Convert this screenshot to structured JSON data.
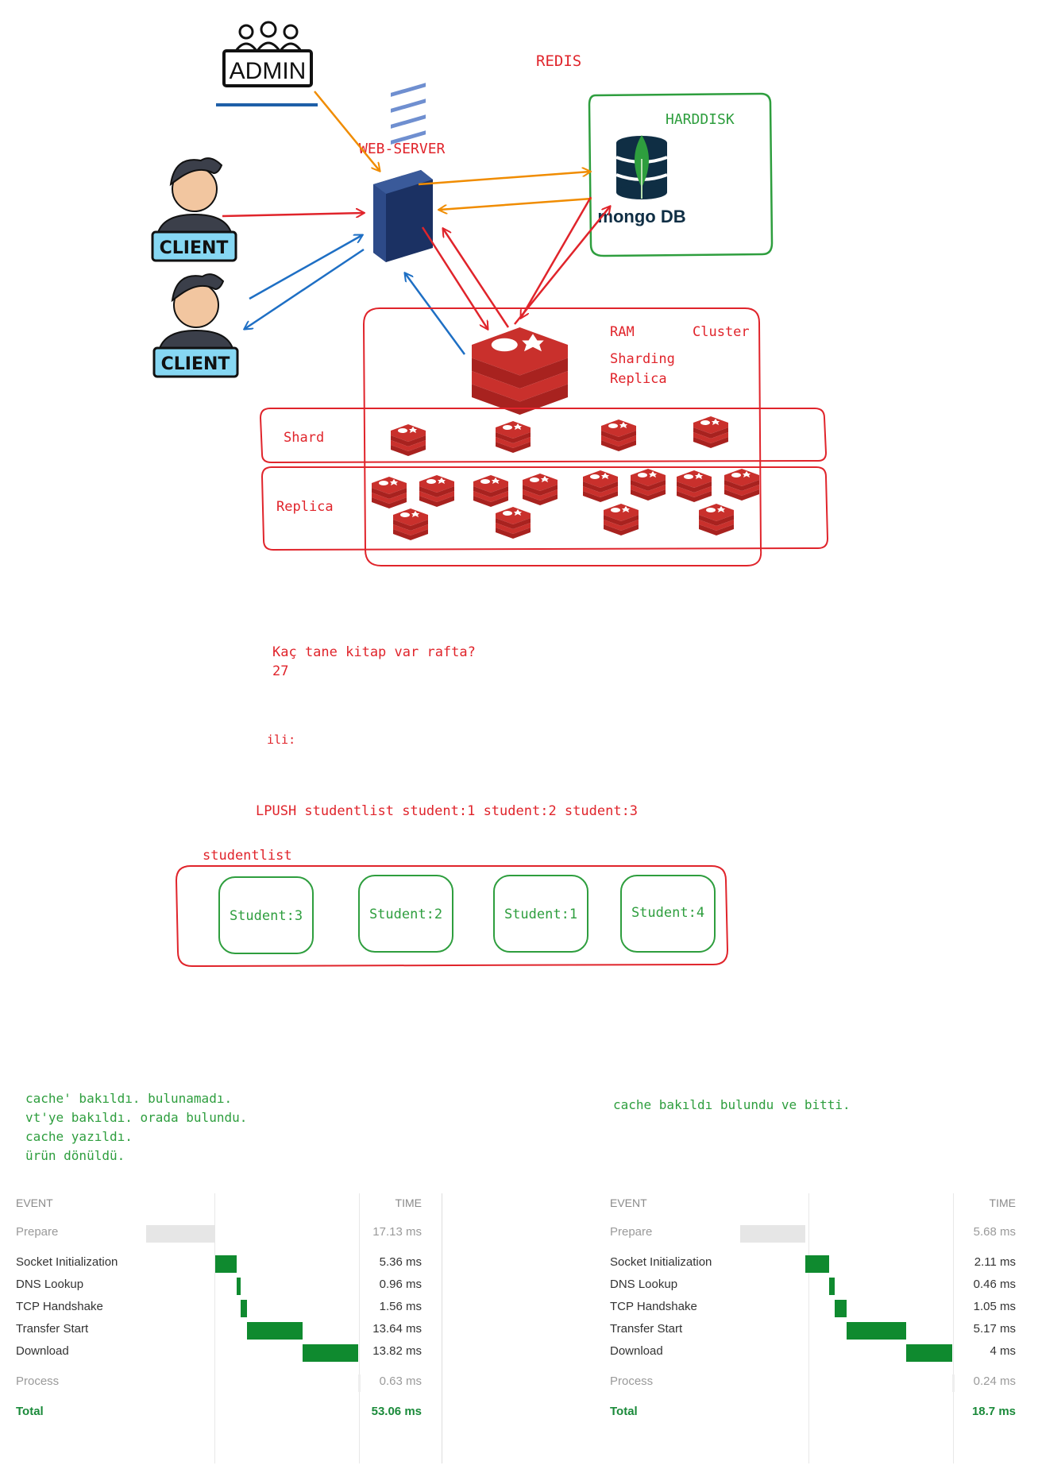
{
  "diagram": {
    "title": "REDIS",
    "admin": {
      "label": "ADMIN"
    },
    "web_server": {
      "label": "WEB-SERVER"
    },
    "clients": [
      {
        "label": "CLIENT"
      },
      {
        "label": "CLIENT"
      }
    ],
    "harddisk": {
      "label": "HARDDISK",
      "db_label": "mongo DB"
    },
    "ram": {
      "label": "RAM",
      "cluster_label": "Cluster",
      "sharding_label": "Sharding",
      "replica_label": "Replica"
    },
    "shard_row": {
      "label": "Shard"
    },
    "replica_row": {
      "label": "Replica"
    },
    "question": {
      "line1": "Kaç tane kitap var rafta?",
      "line2": "27"
    },
    "ili": "ili:",
    "lpush": "LPUSH studentlist student:1 student:2 student:3",
    "studentlist": {
      "label": "studentlist",
      "items": [
        "Student:3",
        "Student:2",
        "Student:1",
        "Student:4"
      ]
    },
    "note_left": [
      "cache' bakıldı. bulunamadı.",
      "vt'ye bakıldı. orada bulundu.",
      "cache yazıldı.",
      "ürün dönüldü."
    ],
    "note_right": "cache bakıldı bulundu ve bitti.",
    "colors": {
      "red": "#e0242b",
      "green": "#2e9e3e",
      "orange": "#f08c00",
      "blue": "#1e6fc4",
      "redis": "#c9302c"
    }
  },
  "timing_left": {
    "header_event": "EVENT",
    "header_time": "TIME",
    "rows": [
      {
        "label": "Prepare",
        "time": "17.13 ms",
        "start": 0.0,
        "duration": 17.13,
        "muted": true
      },
      {
        "label": "Socket Initialization",
        "time": "5.36 ms",
        "start": 17.13,
        "duration": 5.36,
        "muted": false
      },
      {
        "label": "DNS Lookup",
        "time": "0.96 ms",
        "start": 22.49,
        "duration": 0.96,
        "muted": false
      },
      {
        "label": "TCP Handshake",
        "time": "1.56 ms",
        "start": 23.45,
        "duration": 1.56,
        "muted": false
      },
      {
        "label": "Transfer Start",
        "time": "13.64 ms",
        "start": 25.01,
        "duration": 13.64,
        "muted": false
      },
      {
        "label": "Download",
        "time": "13.82 ms",
        "start": 38.65,
        "duration": 13.82,
        "muted": false
      },
      {
        "label": "Process",
        "time": "0.63 ms",
        "start": 52.47,
        "duration": 0.63,
        "muted": true
      }
    ],
    "total_label": "Total",
    "total_time": "53.06 ms",
    "total_ms": 53.06
  },
  "timing_right": {
    "header_event": "EVENT",
    "header_time": "TIME",
    "rows": [
      {
        "label": "Prepare",
        "time": "5.68 ms",
        "start": 0.0,
        "duration": 5.68,
        "muted": true
      },
      {
        "label": "Socket Initialization",
        "time": "2.11 ms",
        "start": 5.68,
        "duration": 2.11,
        "muted": false
      },
      {
        "label": "DNS Lookup",
        "time": "0.46 ms",
        "start": 7.79,
        "duration": 0.46,
        "muted": false
      },
      {
        "label": "TCP Handshake",
        "time": "1.05 ms",
        "start": 8.25,
        "duration": 1.05,
        "muted": false
      },
      {
        "label": "Transfer Start",
        "time": "5.17 ms",
        "start": 9.3,
        "duration": 5.17,
        "muted": false
      },
      {
        "label": "Download",
        "time": "4 ms",
        "start": 14.47,
        "duration": 4.0,
        "muted": false
      },
      {
        "label": "Process",
        "time": "0.24 ms",
        "start": 18.47,
        "duration": 0.24,
        "muted": true
      }
    ],
    "total_label": "Total",
    "total_time": "18.7 ms",
    "total_ms": 18.7
  }
}
